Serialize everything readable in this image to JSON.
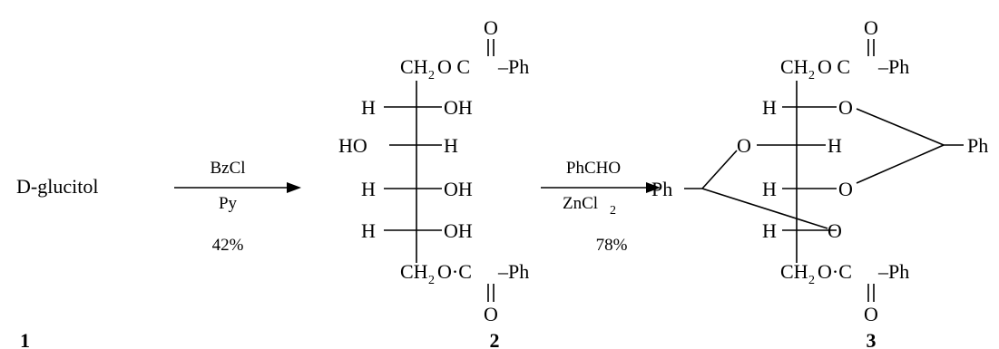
{
  "scheme": {
    "starting_material": {
      "name": "D-glucitol",
      "number": "1"
    },
    "step1": {
      "reagent": "BzCl",
      "condition": "Py",
      "yield": "42%"
    },
    "step2": {
      "reagent": "PhCHO",
      "condition_main": "ZnCl",
      "condition_sub": "2",
      "yield": "78%"
    },
    "compound2": {
      "number": "2",
      "top_group": {
        "ch": "CH",
        "sub": "2",
        "ester": "O C",
        "dash_ph": "–Ph",
        "carbonyl_o": "O"
      },
      "rows": [
        {
          "left": "H",
          "right": "OH"
        },
        {
          "left": "HO",
          "right": "H"
        },
        {
          "left": "H",
          "right": "OH"
        },
        {
          "left": "H",
          "right": "OH"
        }
      ],
      "bottom_group": {
        "ch": "CH",
        "sub": "2",
        "ester": "O·C",
        "dash_ph": "–Ph",
        "carbonyl_o": "O"
      }
    },
    "compound3": {
      "number": "3",
      "top_group": {
        "ch": "CH",
        "sub": "2",
        "ester": "O C",
        "dash_ph": "–Ph",
        "carbonyl_o": "O"
      },
      "rows": [
        {
          "left": "H",
          "right": "O"
        },
        {
          "left": "O",
          "right": "H"
        },
        {
          "left": "H",
          "right": "O"
        },
        {
          "left": "H",
          "right": "O"
        }
      ],
      "acetal_right_ph": "Ph",
      "acetal_left_ph": "Ph",
      "bottom_group": {
        "ch": "CH",
        "sub": "2",
        "ester": "O·C",
        "dash_ph": "–Ph",
        "carbonyl_o": "O"
      }
    }
  }
}
